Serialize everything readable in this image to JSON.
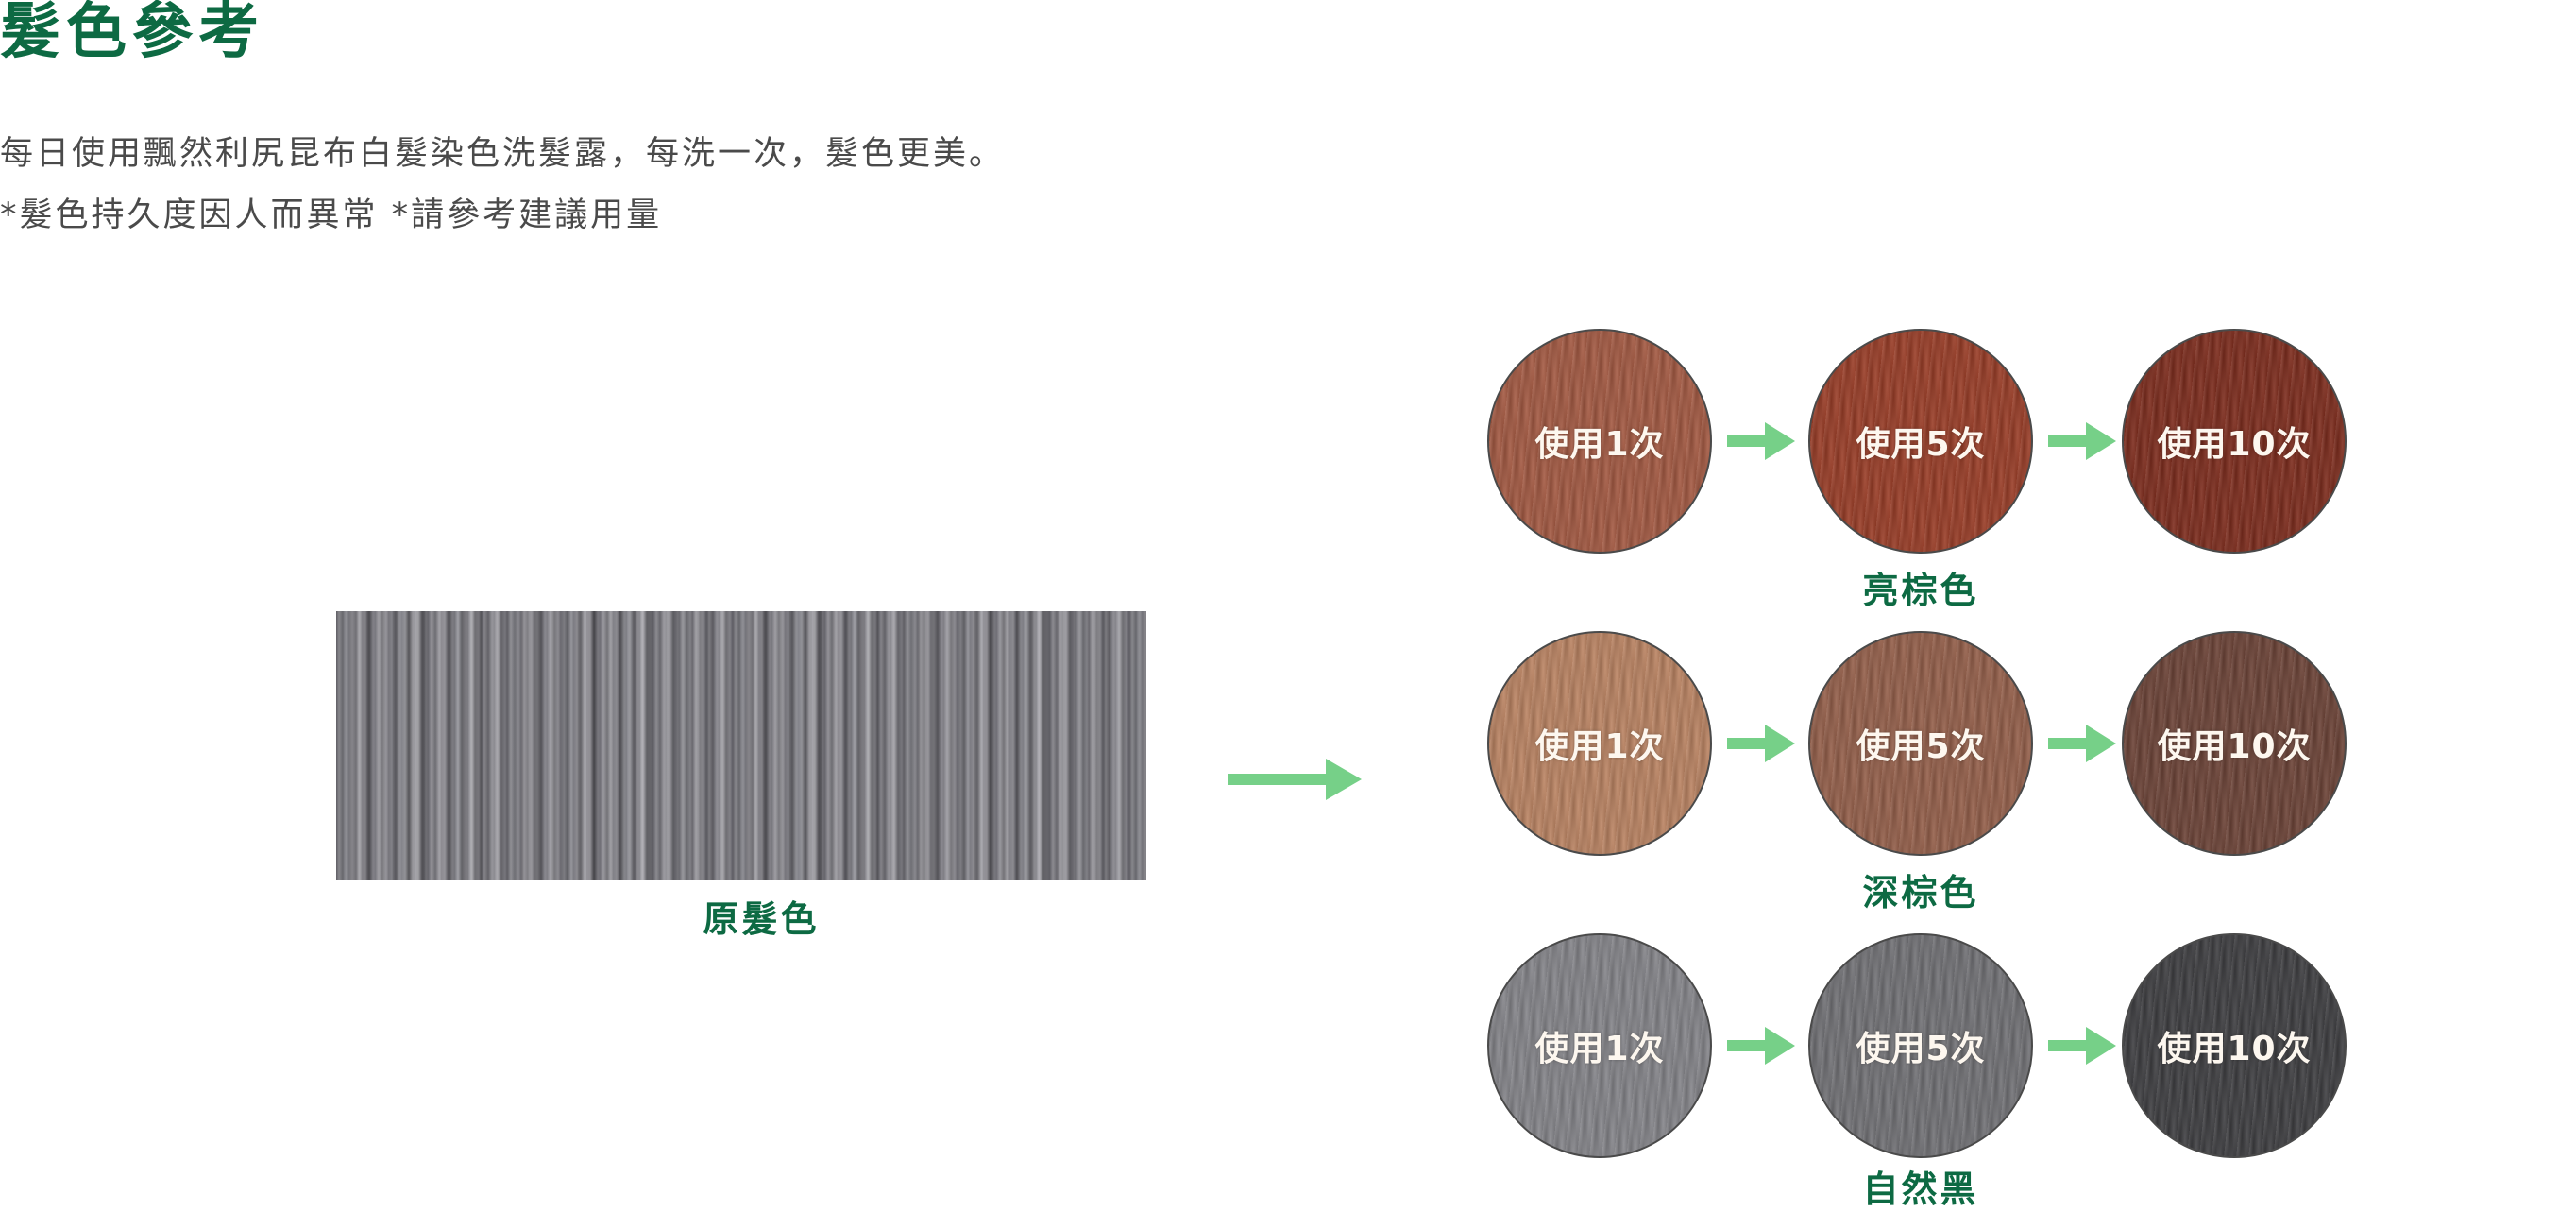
{
  "title": "髮色參考",
  "intro": {
    "line1": "每日使用飄然利尻昆布白髮染色洗髮露，每洗一次，髮色更美。",
    "line2": "*髮色持久度因人而異常 *請參考建議用量"
  },
  "original": {
    "label": "原髮色"
  },
  "accent_color": "#0d6a43",
  "arrow_color": "#76d088",
  "groups": [
    {
      "label": "亮棕色",
      "steps": [
        {
          "label": "使用1次",
          "color": "#a45a43"
        },
        {
          "label": "使用5次",
          "color": "#9a3e28"
        },
        {
          "label": "使用10次",
          "color": "#7e2d1e"
        }
      ]
    },
    {
      "label": "深棕色",
      "steps": [
        {
          "label": "使用1次",
          "color": "#bb8463"
        },
        {
          "label": "使用5次",
          "color": "#95604b"
        },
        {
          "label": "使用10次",
          "color": "#6d4438"
        }
      ]
    },
    {
      "label": "自然黑",
      "steps": [
        {
          "label": "使用1次",
          "color": "#85858a"
        },
        {
          "label": "使用5次",
          "color": "#727276"
        },
        {
          "label": "使用10次",
          "color": "#3f3f42"
        }
      ]
    }
  ]
}
